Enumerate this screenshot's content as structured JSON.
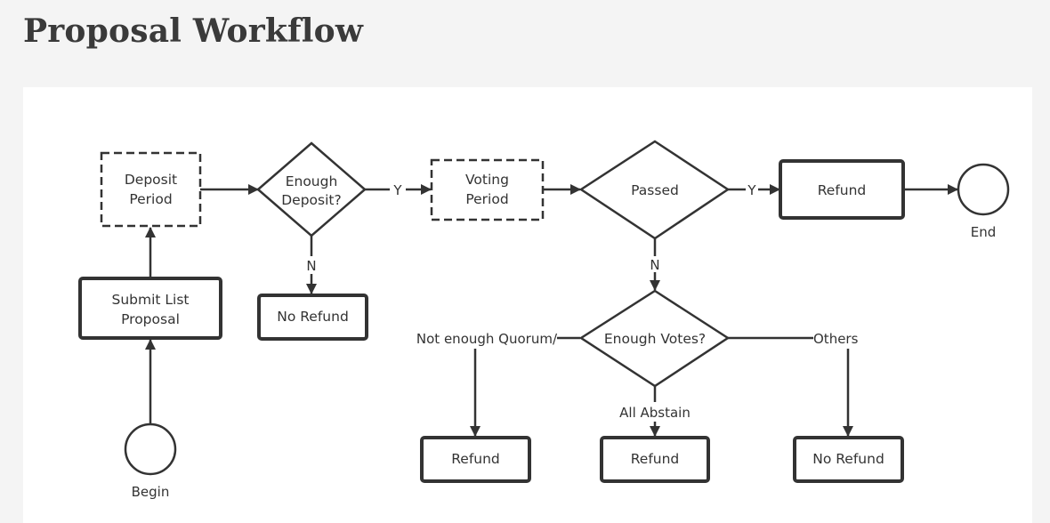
{
  "page": {
    "title": "Proposal Workflow"
  },
  "diagram": {
    "nodes": {
      "deposit_period": [
        "Deposit",
        "Period"
      ],
      "enough_deposit": [
        "Enough",
        "Deposit?"
      ],
      "voting_period": [
        "Voting",
        "Period"
      ],
      "passed": "Passed",
      "refund_top": "Refund",
      "end": "End",
      "submit_list": [
        "Submit List",
        "Proposal"
      ],
      "no_refund_top": "No Refund",
      "enough_votes": "Enough Votes?",
      "begin": "Begin",
      "refund_quorum": "Refund",
      "refund_abstain": "Refund",
      "no_refund_others": "No Refund"
    },
    "edge_labels": {
      "deposit_yes": "Y",
      "deposit_no": "N",
      "passed_yes": "Y",
      "passed_no": "N",
      "not_enough_quorum": "Not enough Quorum/",
      "all_abstain": "All Abstain",
      "others": "Others"
    }
  }
}
